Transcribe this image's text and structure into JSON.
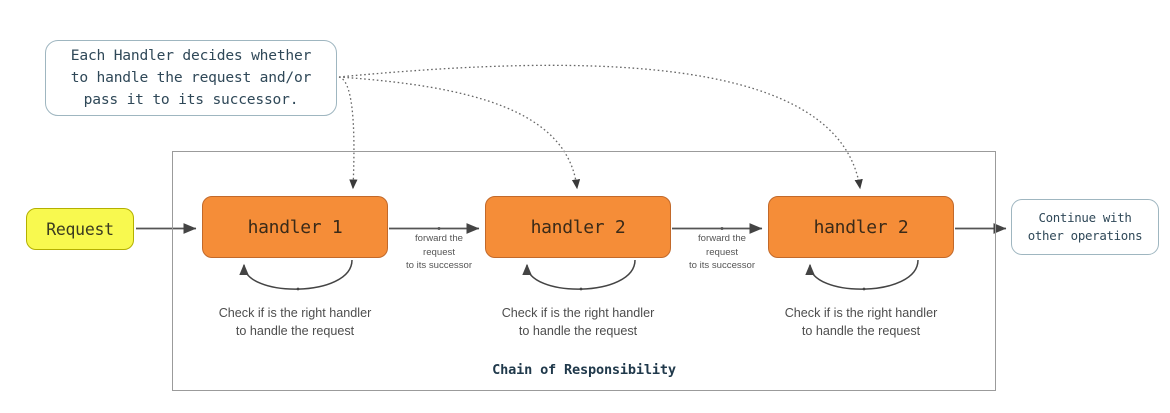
{
  "diagram": {
    "title": "Chain of Responsibility",
    "callout": {
      "text": "Each Handler decides whether\nto handle the request and/or\npass it to its successor."
    },
    "request": {
      "label": "Request"
    },
    "handlers": [
      {
        "label": "handler 1",
        "check_caption": "Check if is the right handler\nto handle the request"
      },
      {
        "label": "handler 2",
        "check_caption": "Check if is the right handler\nto handle the request"
      },
      {
        "label": "handler 2",
        "check_caption": "Check if is the right handler\nto handle the request"
      }
    ],
    "forward_labels": [
      "forward the\nrequest\nto its successor",
      "forward the\nrequest\nto its successor"
    ],
    "continue": {
      "label": "Continue with\nother operations"
    },
    "colors": {
      "handler_fill": "#f58d38",
      "handler_stroke": "#c2692a",
      "request_fill": "#f8f94f",
      "request_stroke": "#b4b000",
      "note_stroke": "#9fb6c0",
      "note_text": "#2f4858",
      "frame_stroke": "#9b9b9b",
      "arrow": "#555555",
      "dotted_arrow": "#666666",
      "title_text": "#20394b"
    }
  }
}
